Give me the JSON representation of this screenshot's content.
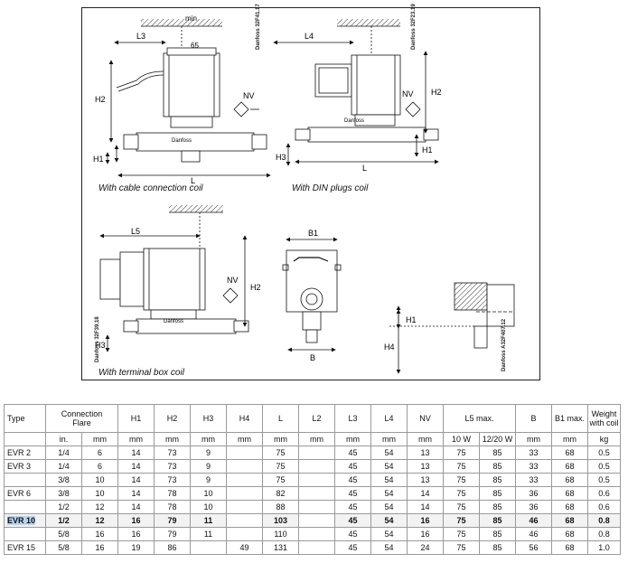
{
  "drawing": {
    "captions": {
      "cable": "With cable connection coil",
      "din": "With DIN plugs coil",
      "terminal": "With terminal box coil"
    },
    "codes": {
      "cable": "Danfoss 32F41.17",
      "din": "Danfoss 32F23.19",
      "terminal": "Danfoss 32F39.18",
      "side": "Danfoss A32F407.12"
    },
    "labels": {
      "min": "min",
      "min_value": "65",
      "L": "L",
      "L3": "L3",
      "L4": "L4",
      "L5": "L5",
      "H1": "H1",
      "H2": "H2",
      "H3": "H3",
      "H4": "H4",
      "NV": "NV",
      "B": "B",
      "B1": "B1",
      "brand": "Danfoss"
    }
  },
  "table": {
    "headers": {
      "type": "Type",
      "connection": "Connection\nFlare",
      "H1": "H1",
      "H2": "H2",
      "H3": "H3",
      "H4": "H4",
      "L": "L",
      "L2": "L2",
      "L3": "L3",
      "L4": "L4",
      "NV": "NV",
      "L5max": "L5 max.",
      "B": "B",
      "B1max": "B1 max.",
      "weight": "Weight with coil"
    },
    "units": [
      "in.",
      "mm",
      "mm",
      "mm",
      "mm",
      "mm",
      "mm",
      "mm",
      "mm",
      "mm",
      "mm",
      "10 W",
      "12/20 W",
      "mm",
      "mm",
      "kg"
    ],
    "rows": [
      {
        "type": "EVR 2",
        "in": "1/4",
        "mm": "6",
        "H1": "14",
        "H2": "73",
        "H3": "9",
        "H4": "",
        "L": "75",
        "L2": "",
        "L3": "45",
        "L4": "54",
        "NV": "13",
        "L5a": "75",
        "L5b": "85",
        "B": "33",
        "B1": "68",
        "kg": "0.5",
        "highlight": false
      },
      {
        "type": "EVR 3",
        "in": "1/4",
        "mm": "6",
        "H1": "14",
        "H2": "73",
        "H3": "9",
        "H4": "",
        "L": "75",
        "L2": "",
        "L3": "45",
        "L4": "54",
        "NV": "13",
        "L5a": "75",
        "L5b": "85",
        "B": "33",
        "B1": "68",
        "kg": "0.5",
        "highlight": false
      },
      {
        "type": "",
        "in": "3/8",
        "mm": "10",
        "H1": "14",
        "H2": "73",
        "H3": "9",
        "H4": "",
        "L": "75",
        "L2": "",
        "L3": "45",
        "L4": "54",
        "NV": "13",
        "L5a": "75",
        "L5b": "85",
        "B": "33",
        "B1": "68",
        "kg": "0.5",
        "highlight": false
      },
      {
        "type": "EVR 6",
        "in": "3/8",
        "mm": "10",
        "H1": "14",
        "H2": "78",
        "H3": "10",
        "H4": "",
        "L": "82",
        "L2": "",
        "L3": "45",
        "L4": "54",
        "NV": "14",
        "L5a": "75",
        "L5b": "85",
        "B": "36",
        "B1": "68",
        "kg": "0.6",
        "highlight": false
      },
      {
        "type": "",
        "in": "1/2",
        "mm": "12",
        "H1": "14",
        "H2": "78",
        "H3": "10",
        "H4": "",
        "L": "88",
        "L2": "",
        "L3": "45",
        "L4": "54",
        "NV": "14",
        "L5a": "75",
        "L5b": "85",
        "B": "36",
        "B1": "68",
        "kg": "0.6",
        "highlight": false
      },
      {
        "type": "EVR 10",
        "in": "1/2",
        "mm": "12",
        "H1": "16",
        "H2": "79",
        "H3": "11",
        "H4": "",
        "L": "103",
        "L2": "",
        "L3": "45",
        "L4": "54",
        "NV": "16",
        "L5a": "75",
        "L5b": "85",
        "B": "46",
        "B1": "68",
        "kg": "0.8",
        "highlight": true
      },
      {
        "type": "",
        "in": "5/8",
        "mm": "16",
        "H1": "16",
        "H2": "79",
        "H3": "11",
        "H4": "",
        "L": "110",
        "L2": "",
        "L3": "45",
        "L4": "54",
        "NV": "16",
        "L5a": "75",
        "L5b": "85",
        "B": "46",
        "B1": "68",
        "kg": "0.8",
        "highlight": false
      },
      {
        "type": "EVR 15",
        "in": "5/8",
        "mm": "16",
        "H1": "19",
        "H2": "86",
        "H3": "",
        "H4": "49",
        "L": "131",
        "L2": "",
        "L3": "45",
        "L4": "54",
        "NV": "24",
        "L5a": "75",
        "L5b": "85",
        "B": "56",
        "B1": "68",
        "kg": "1.0",
        "highlight": false
      }
    ]
  },
  "colors": {
    "highlight_cell": "#b8d4ee",
    "border": "#9a9a9a"
  }
}
